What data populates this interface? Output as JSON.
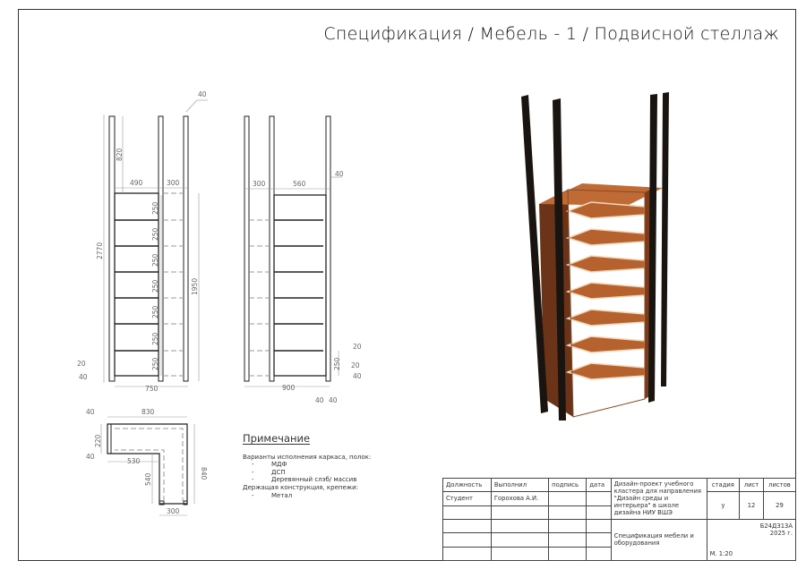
{
  "title": "Спецификация / Мебель - 1 / Подвисной стеллаж",
  "views": {
    "front": {
      "dims": [
        "40",
        "820",
        "490",
        "300",
        "2770",
        "1950",
        "250",
        "250",
        "250",
        "250",
        "250",
        "250",
        "250",
        "20",
        "40",
        "750"
      ]
    },
    "side": {
      "dims": [
        "300",
        "560",
        "40",
        "20",
        "250",
        "20",
        "40",
        "900",
        "40",
        "40"
      ]
    },
    "plan": {
      "dims": [
        "40",
        "830",
        "220",
        "40",
        "530",
        "540",
        "840",
        "300"
      ]
    }
  },
  "note": {
    "heading": "Примечание",
    "line1": "Варианты исполнения каркаса, полок:",
    "items1": [
      "МДФ",
      "ДСП",
      "Деревянный слэб/ массив"
    ],
    "line2": "Держащая конструкция, крепежи:",
    "items2": [
      "Метал"
    ],
    "dash": "-"
  },
  "titleblock": {
    "headers": [
      "Должность",
      "Выполнил",
      "подпись",
      "дата"
    ],
    "role": "Студент",
    "author": "Горохова А.И.",
    "project": "Дизайн-проект учебного кластера для направления \"Дизайн среды и интерьера\" в школе дизайна НИУ ВШЭ",
    "stage_label": "стадия",
    "sheet_label": "лист",
    "sheets_label": "листов",
    "stage": "у",
    "sheet": "12",
    "sheets": "29",
    "code": "Б24ДЗ13А",
    "year": "2025 г.",
    "doc_title": "Спецификация мебели и оборудования",
    "scale": "М. 1:20"
  },
  "colors": {
    "wood": "#b5622e",
    "wood_dark": "#6b3418",
    "metal": "#1a1410"
  }
}
